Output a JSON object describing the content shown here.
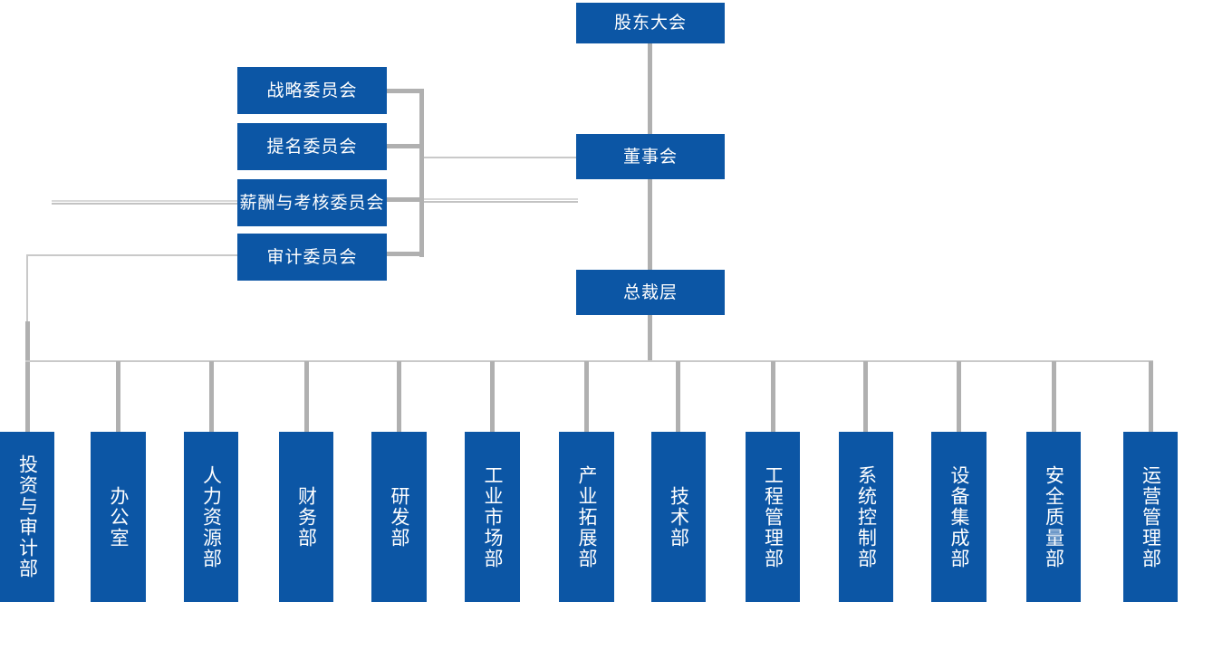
{
  "org": {
    "shareholders": "股东大会",
    "board": "董事会",
    "president": "总裁层",
    "committees": [
      {
        "label": "战略委员会"
      },
      {
        "label": "提名委员会"
      },
      {
        "label": "薪酬与考核委员会"
      },
      {
        "label": "审计委员会"
      }
    ],
    "departments": [
      {
        "label": "投资与审计部"
      },
      {
        "label": "办公室"
      },
      {
        "label": "人力资源部"
      },
      {
        "label": "财务部"
      },
      {
        "label": "研发部"
      },
      {
        "label": "工业市场部"
      },
      {
        "label": "产业拓展部"
      },
      {
        "label": "技术部"
      },
      {
        "label": "工程管理部"
      },
      {
        "label": "系统控制部"
      },
      {
        "label": "设备集成部"
      },
      {
        "label": "安全质量部"
      },
      {
        "label": "运营管理部"
      }
    ]
  },
  "colors": {
    "node_fill": "#0C56A5",
    "node_text": "#FFFFFF",
    "connector_thick": "#B0B0B0",
    "connector_thin": "#C9C9C9"
  }
}
